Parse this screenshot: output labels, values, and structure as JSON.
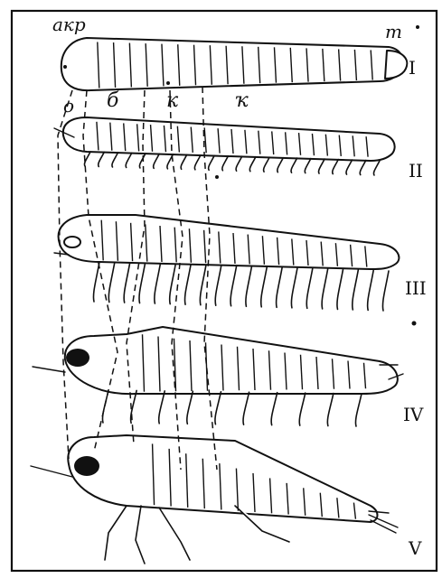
{
  "figure": {
    "region_labels": {
      "acron": "акр",
      "telson": "т",
      "ocular": "о",
      "b": "б",
      "k1": "к",
      "k2": "ҡ"
    },
    "stage_numerals": [
      "I",
      "II",
      "III",
      "IV",
      "V"
    ]
  }
}
